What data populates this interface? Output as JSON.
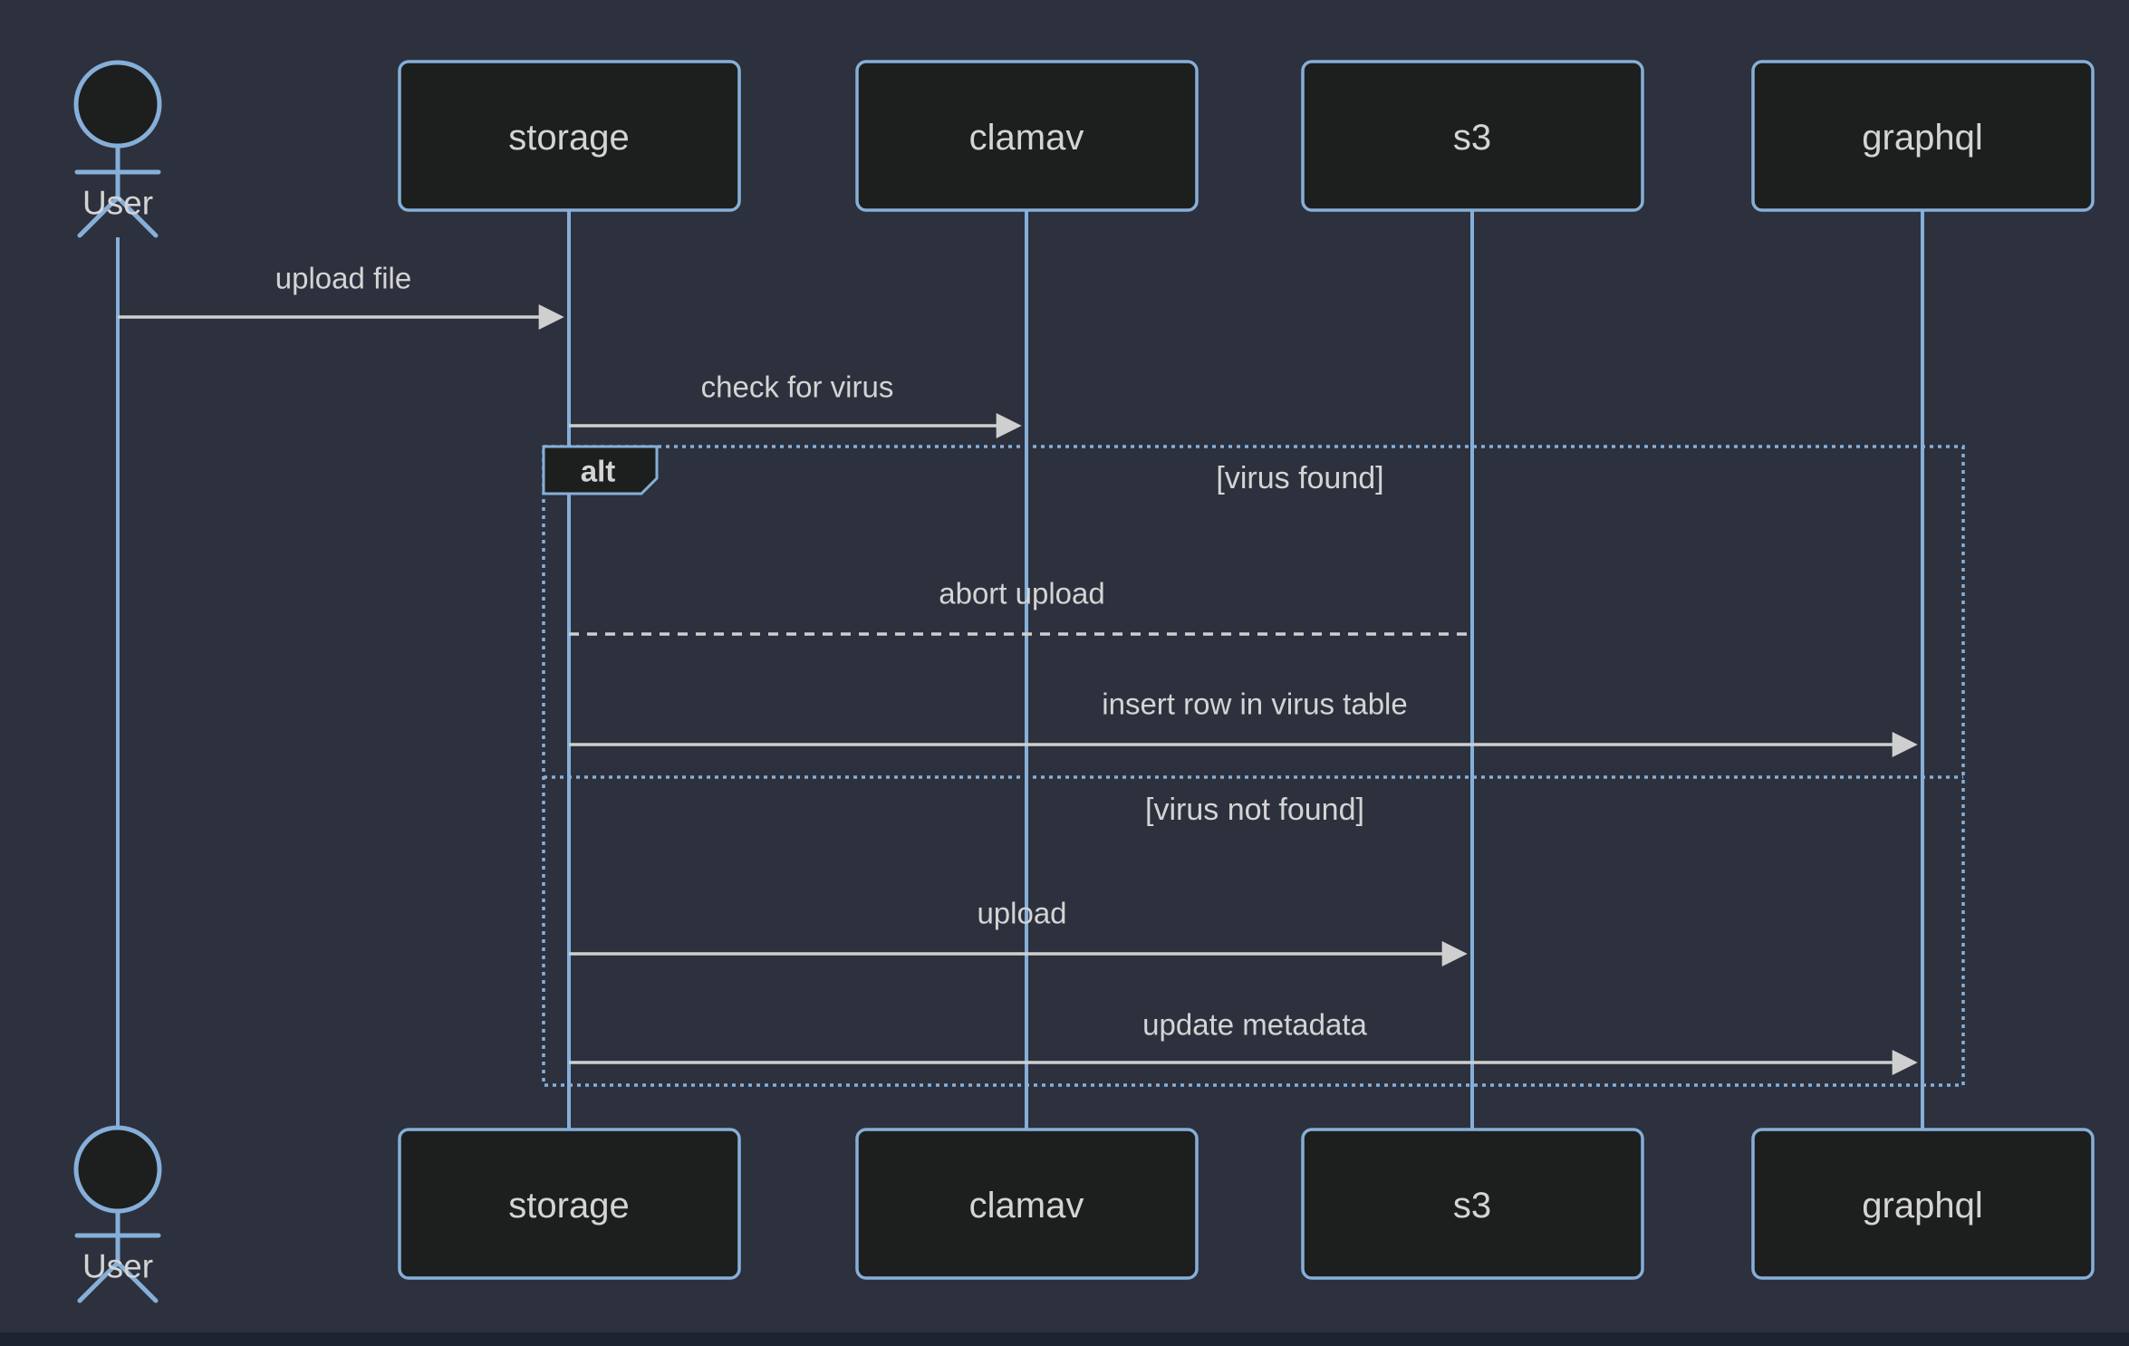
{
  "diagram": {
    "type": "uml-sequence-diagram",
    "actor": {
      "name": "User"
    },
    "participants": [
      {
        "name": "storage"
      },
      {
        "name": "clamav"
      },
      {
        "name": "s3"
      },
      {
        "name": "graphql"
      }
    ],
    "messages": [
      {
        "from": "User",
        "to": "storage",
        "label": "upload file",
        "line": "solid",
        "arrowhead": true
      },
      {
        "from": "storage",
        "to": "clamav",
        "label": "check for virus",
        "line": "solid",
        "arrowhead": true
      },
      {
        "from": "storage",
        "to": "s3",
        "label": "abort upload",
        "line": "dashed",
        "arrowhead": false
      },
      {
        "from": "storage",
        "to": "graphql",
        "label": "insert row in virus table",
        "line": "solid",
        "arrowhead": true
      },
      {
        "from": "storage",
        "to": "s3",
        "label": "upload",
        "line": "solid",
        "arrowhead": true
      },
      {
        "from": "storage",
        "to": "graphql",
        "label": "update metadata",
        "line": "solid",
        "arrowhead": true
      }
    ],
    "alt_frame": {
      "operator": "alt",
      "guards": [
        "[virus found]",
        "[virus not found]"
      ]
    }
  },
  "colors": {
    "background": "#2c313d",
    "bottom_strip": "#1d2330",
    "node_fill": "#1d1f1f",
    "node_border": "#86afd9",
    "lifeline": "#86afd9",
    "frame_border": "#86afd9",
    "signal": "#cfcfcf",
    "text": "#d4d4d4"
  }
}
